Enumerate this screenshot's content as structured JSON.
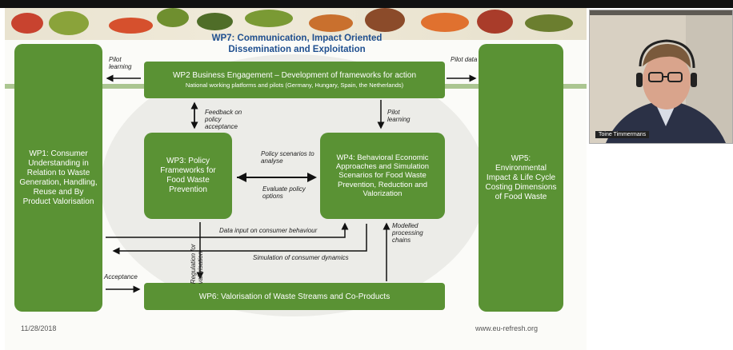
{
  "slide": {
    "title_line1": "WP7: Communication, Impact Oriented",
    "title_line2": "Dissemination and Exploitation",
    "wp1": "WP1: Consumer Understanding in Relation to Waste Generation, Handling, Reuse and By Product Valorisation",
    "wp2_title": "WP2 Business Engagement – Development of frameworks for action",
    "wp2_sub": "National working platforms and pilots (Germany, Hungary, Spain, the Netherlands)",
    "wp3": "WP3: Policy Frameworks for Food Waste Prevention",
    "wp4": "WP4: Behavioral Economic Approaches and Simulation Scenarios for Food Waste Prevention, Reduction and Valorization",
    "wp5": "WP5: Environmental Impact & Life Cycle Costing Dimensions of Food Waste",
    "wp6": "WP6: Valorisation of  Waste Streams and Co-Products",
    "labels": {
      "pilot_learning_left": "Pilot learning",
      "pilot_data": "Pilot data",
      "feedback": "Feedback on policy acceptance",
      "pilot_learning_mid": "Pilot learning",
      "policy_scenarios": "Policy scenarios to analyse",
      "evaluate": "Evaluate policy options",
      "data_input": "Data input on consumer behaviour",
      "simulation": "Simulation of consumer dynamics",
      "regulation": "Regulation for valorisation",
      "modelled": "Modelled processing chains",
      "acceptance": "Acceptance"
    },
    "date": "11/28/2018",
    "url": "www.eu-refresh.org"
  },
  "video": {
    "participant_name": "Toine Timmermans"
  },
  "colors": {
    "box_green": "#5a9234",
    "title_blue": "#1f4f8f"
  }
}
